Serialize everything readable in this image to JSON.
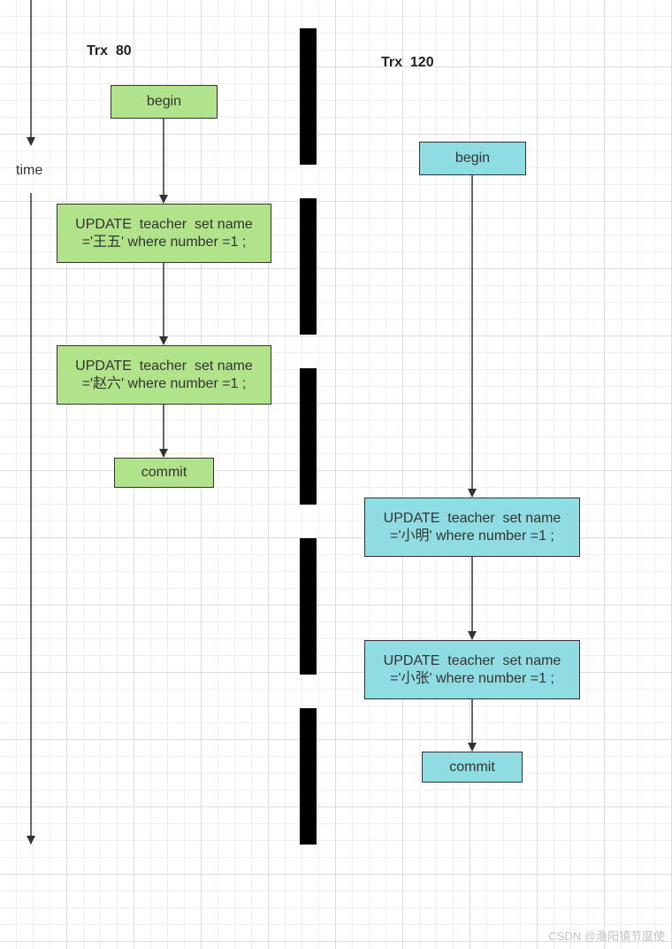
{
  "lanes": {
    "trx_a": {
      "title": "Trx  80"
    },
    "trx_b": {
      "title": "Trx  120"
    }
  },
  "time_axis": {
    "label": "time"
  },
  "nodes": {
    "a_begin": "begin",
    "a_update1": "UPDATE  teacher  set name\n='王五' where number =1 ;",
    "a_update2": "UPDATE  teacher  set name\n='赵六' where number =1 ;",
    "a_commit": "commit",
    "b_begin": "begin",
    "b_update1": "UPDATE  teacher  set name\n='小明' where number =1 ;",
    "b_update2": "UPDATE  teacher  set name\n='小张' where number =1 ;",
    "b_commit": "commit"
  },
  "colors": {
    "trx_a_fill": "#b0e38a",
    "trx_b_fill": "#8fdde2",
    "stroke": "#333333",
    "divider": "#000000"
  },
  "watermark": "CSDN @渔阳镇节度使"
}
